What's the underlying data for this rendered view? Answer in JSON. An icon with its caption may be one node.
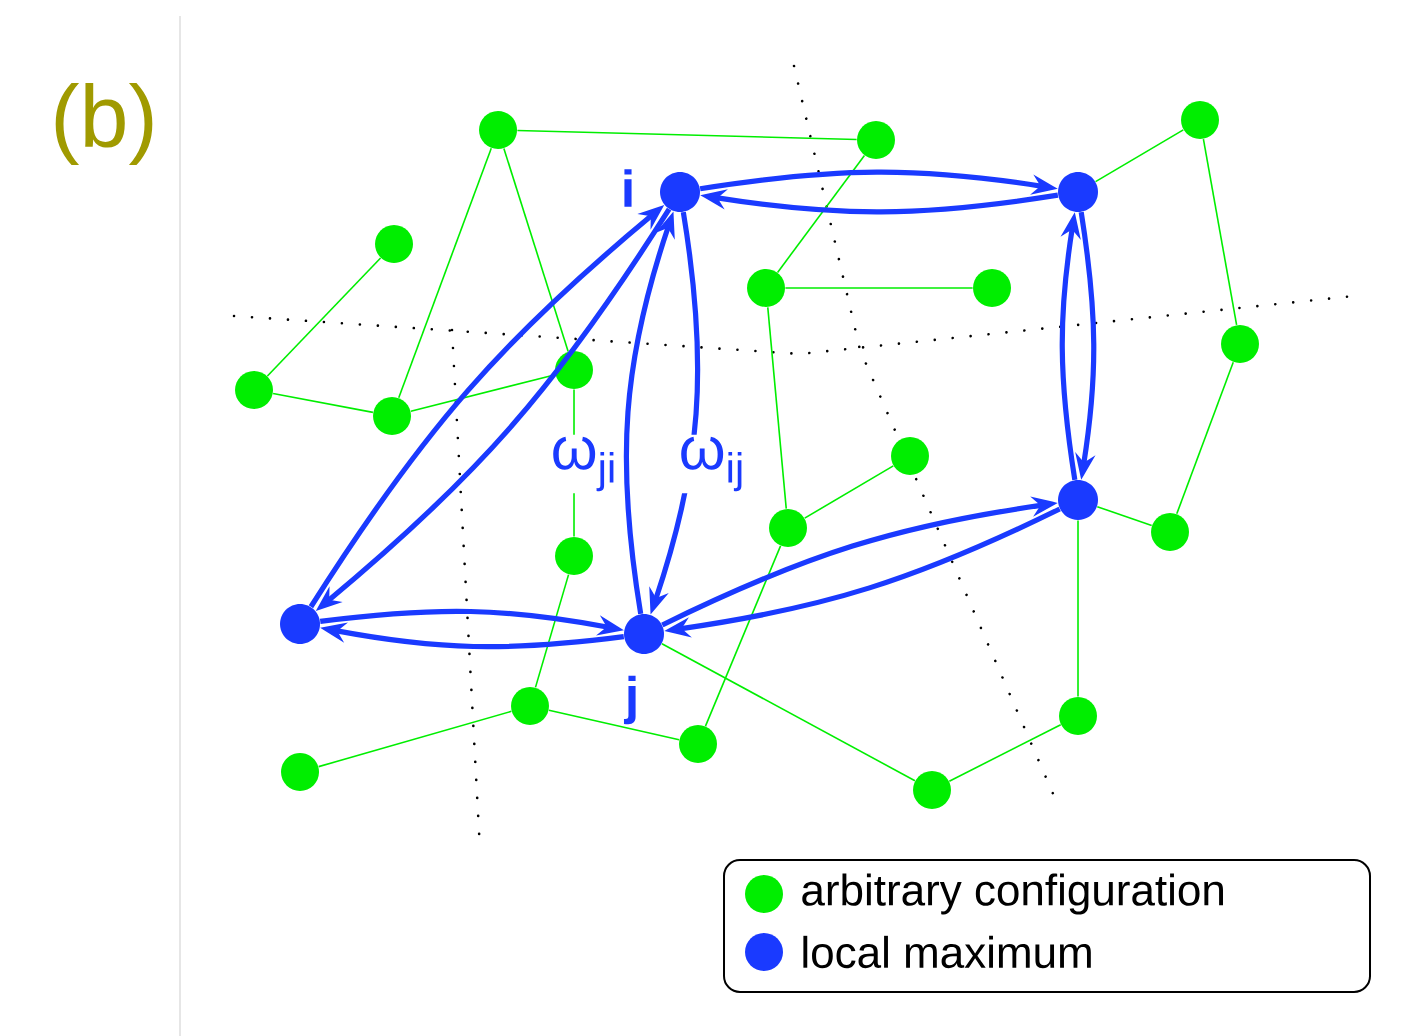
{
  "diagram": {
    "nodes": [
      {
        "text": [],
        "shape": "circle"
      },
      {
        "text": [],
        "shape": "circle"
      },
      {
        "text": [],
        "shape": "circle"
      },
      {
        "text": [],
        "shape": "circle",
        "beside": [
          "i"
        ]
      },
      {
        "text": [],
        "shape": "circle"
      },
      {
        "text": [],
        "shape": "circle"
      },
      {
        "text": [],
        "shape": "circle"
      },
      {
        "text": [],
        "shape": "circle"
      },
      {
        "text": [],
        "shape": "circle"
      },
      {
        "text": [],
        "shape": "circle"
      },
      {
        "text": [],
        "shape": "circle"
      },
      {
        "text": [],
        "shape": "circle"
      },
      {
        "text": [],
        "shape": "circle"
      },
      {
        "text": [],
        "shape": "circle"
      },
      {
        "text": [],
        "shape": "circle"
      },
      {
        "text": [],
        "shape": "circle"
      },
      {
        "text": [],
        "shape": "circle"
      },
      {
        "text": [],
        "shape": "circle"
      },
      {
        "text": [],
        "shape": "circle",
        "beside": [
          "j"
        ]
      },
      {
        "text": [],
        "shape": "circle"
      },
      {
        "text": [],
        "shape": "circle"
      },
      {
        "text": [],
        "shape": "circle"
      },
      {
        "text": [],
        "shape": "circle"
      },
      {
        "text": [],
        "shape": "circle"
      }
    ],
    "edges": [
      {
        "from": 0,
        "to": 1,
        "arrow": "none"
      },
      {
        "from": 0,
        "to": 11,
        "arrow": "none"
      },
      {
        "from": 0,
        "to": 9,
        "arrow": "none"
      },
      {
        "from": 5,
        "to": 10,
        "arrow": "none"
      },
      {
        "from": 10,
        "to": 11,
        "arrow": "none"
      },
      {
        "from": 11,
        "to": 9,
        "arrow": "none"
      },
      {
        "from": 9,
        "to": 16,
        "arrow": "none"
      },
      {
        "from": 16,
        "to": 19,
        "arrow": "none"
      },
      {
        "from": 19,
        "to": 22,
        "arrow": "none"
      },
      {
        "from": 19,
        "to": 21,
        "arrow": "none"
      },
      {
        "from": 21,
        "to": 14,
        "arrow": "none"
      },
      {
        "from": 14,
        "to": 6,
        "arrow": "none"
      },
      {
        "from": 14,
        "to": 12,
        "arrow": "none"
      },
      {
        "from": 6,
        "to": 1,
        "arrow": "none"
      },
      {
        "from": 6,
        "to": 7,
        "arrow": "none"
      },
      {
        "from": 18,
        "to": 23,
        "arrow": "none"
      },
      {
        "from": 23,
        "to": 20,
        "arrow": "none"
      },
      {
        "from": 20,
        "to": 13,
        "arrow": "none"
      },
      {
        "from": 13,
        "to": 15,
        "arrow": "none"
      },
      {
        "from": 15,
        "to": 8,
        "arrow": "none"
      },
      {
        "from": 8,
        "to": 2,
        "arrow": "none"
      },
      {
        "from": 2,
        "to": 4,
        "arrow": "none"
      },
      {
        "from": 3,
        "to": 4,
        "arrow": "to",
        "style": "thick",
        "color": "#1a3aff"
      },
      {
        "from": 4,
        "to": 3,
        "arrow": "to",
        "style": "thick",
        "color": "#1a3aff"
      },
      {
        "from": 4,
        "to": 13,
        "arrow": "to",
        "style": "thick",
        "color": "#1a3aff"
      },
      {
        "from": 13,
        "to": 4,
        "arrow": "to",
        "style": "thick",
        "color": "#1a3aff"
      },
      {
        "from": 3,
        "to": 18,
        "arrow": "to",
        "style": "thick",
        "color": "#1a3aff",
        "label": "ω$_{ij}$"
      },
      {
        "from": 18,
        "to": 3,
        "arrow": "to",
        "style": "thick",
        "color": "#1a3aff",
        "label": "ω$_{ji}$"
      },
      {
        "from": 17,
        "to": 3,
        "arrow": "to",
        "style": "thick",
        "color": "#1a3aff"
      },
      {
        "from": 3,
        "to": 17,
        "arrow": "to",
        "style": "thick",
        "color": "#1a3aff"
      },
      {
        "from": 18,
        "to": 17,
        "arrow": "to",
        "style": "thick",
        "color": "#1a3aff"
      },
      {
        "from": 17,
        "to": 18,
        "arrow": "to",
        "style": "thick",
        "color": "#1a3aff"
      },
      {
        "from": 13,
        "to": 18,
        "arrow": "to",
        "style": "thick",
        "color": "#1a3aff"
      },
      {
        "from": 18,
        "to": 13,
        "arrow": "to",
        "style": "thick",
        "color": "#1a3aff"
      }
    ],
    "labels": [
      "(b)"
    ],
    "legend": [
      {
        "text": "arbitrary configuration",
        "color": "#00ee00"
      },
      {
        "text": "local maximum",
        "color": "#1a3aff"
      }
    ]
  }
}
